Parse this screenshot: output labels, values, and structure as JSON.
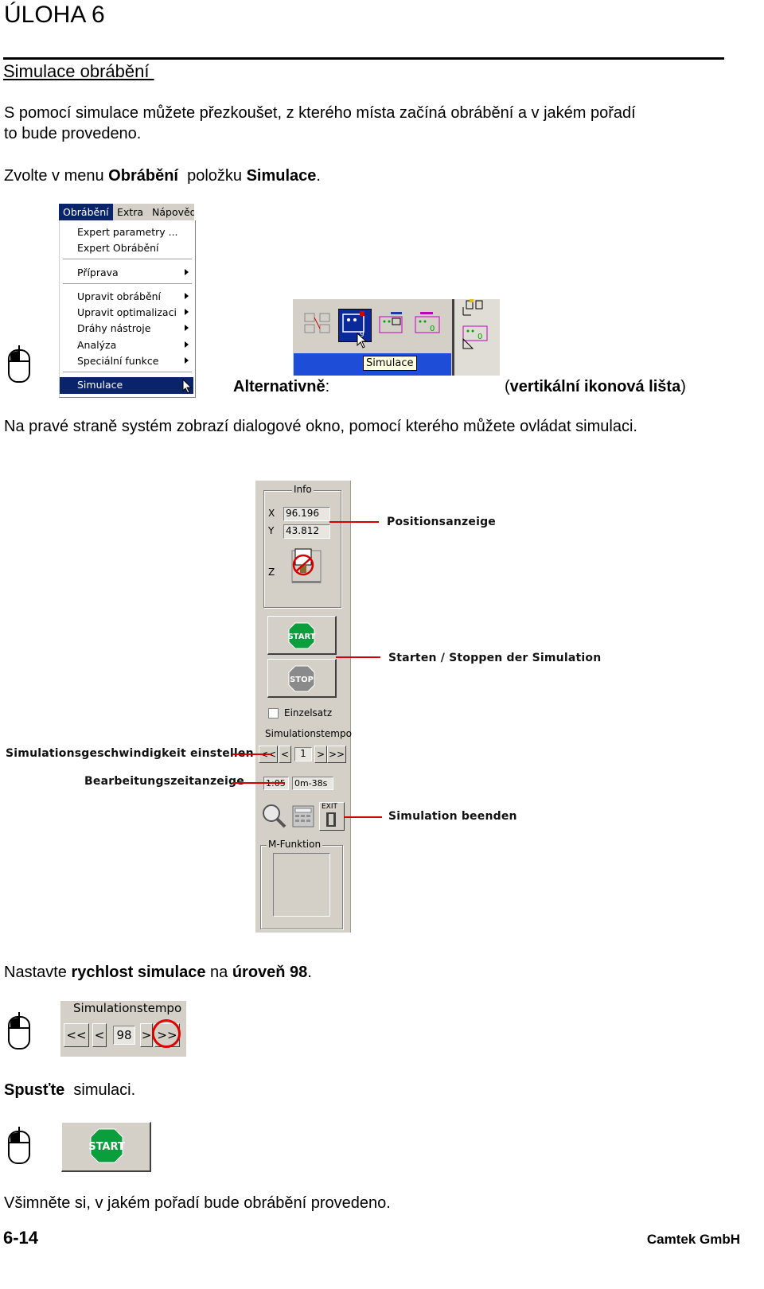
{
  "heading": {
    "title": "ÚLOHA 6",
    "subtitle": "Simulace obrábění "
  },
  "intro": {
    "line1": "S pomocí simulace můžete přezkoušet, z kterého místa začíná obrábění  a v jakém pořadí",
    "line2": "to bude provedeno."
  },
  "instruction1": {
    "pre": "Zvolte v menu ",
    "menu": "Obrábění",
    "mid": "  položku ",
    "item": "Simulace",
    "post": "."
  },
  "menu": {
    "bar": [
      "Obrábění",
      "Extra",
      "Nápověd"
    ],
    "items": [
      "Expert parametry ...",
      "Expert Obrábění",
      "Příprava",
      "Upravit obrábění",
      "Upravit optimalizaci",
      "Dráhy nástroje",
      "Analýza",
      "Speciální funkce",
      "Simulace"
    ]
  },
  "alternative": {
    "label": "Alternativně",
    "colon": ":",
    "note_open": "(",
    "note": "vertikální ikonová lišta",
    "note_close": ")"
  },
  "toolbar": {
    "tooltip": "Simulace"
  },
  "dialog_intro": "Na pravé straně systém zobrazí dialogové okno, pomocí kterého můžete ovládat simulaci.",
  "sim_dialog": {
    "info_label": "Info",
    "x_label": "X",
    "x_value": "96.196",
    "y_label": "Y",
    "y_value": "43.812",
    "z_label": "Z",
    "start_label": "START",
    "stop_label": "STOP",
    "single_step": "Einzelsatz",
    "tempo_label": "Simulationstempo",
    "tempo_value": "1",
    "btn_rewind": "<<",
    "btn_back": "<",
    "btn_forward": ">",
    "btn_fastforward": ">>",
    "time_left": "1:05",
    "time_right": "0m-38s",
    "exit_label": "EXIT",
    "mfunction_label": "M-Funktion"
  },
  "callouts": {
    "position": "Positionsanzeige",
    "startstop": "Starten / Stoppen der Simulation",
    "speed": "Simulationsgeschwindigkeit einstellen",
    "time": "Bearbeitungszeitanzeige",
    "exit": "Simulation beenden"
  },
  "instruction2": {
    "pre": "Nastavte ",
    "b1": "rychlost simulace",
    "mid": " na ",
    "b2": "úroveň 98",
    "post": "."
  },
  "tempo_widget": {
    "label": "Simulationstempo",
    "value": "98",
    "btn_rewind": "<<",
    "btn_back": "<",
    "btn_forward": ">",
    "btn_fastforward": ">>"
  },
  "instruction3": {
    "b": "Spusťte",
    "rest": "  simulaci."
  },
  "start_widget": {
    "label": "START"
  },
  "instruction4": "Všimněte si, v jakém pořadí bude obrábění provedeno.",
  "footer": {
    "page": "6-14",
    "company": "Camtek GmbH"
  },
  "colors": {
    "accent_red": "#d40000",
    "start_green": "#0a9e3c",
    "stop_gray": "#8a8a8a",
    "menu_highlight": "#0a246a"
  }
}
